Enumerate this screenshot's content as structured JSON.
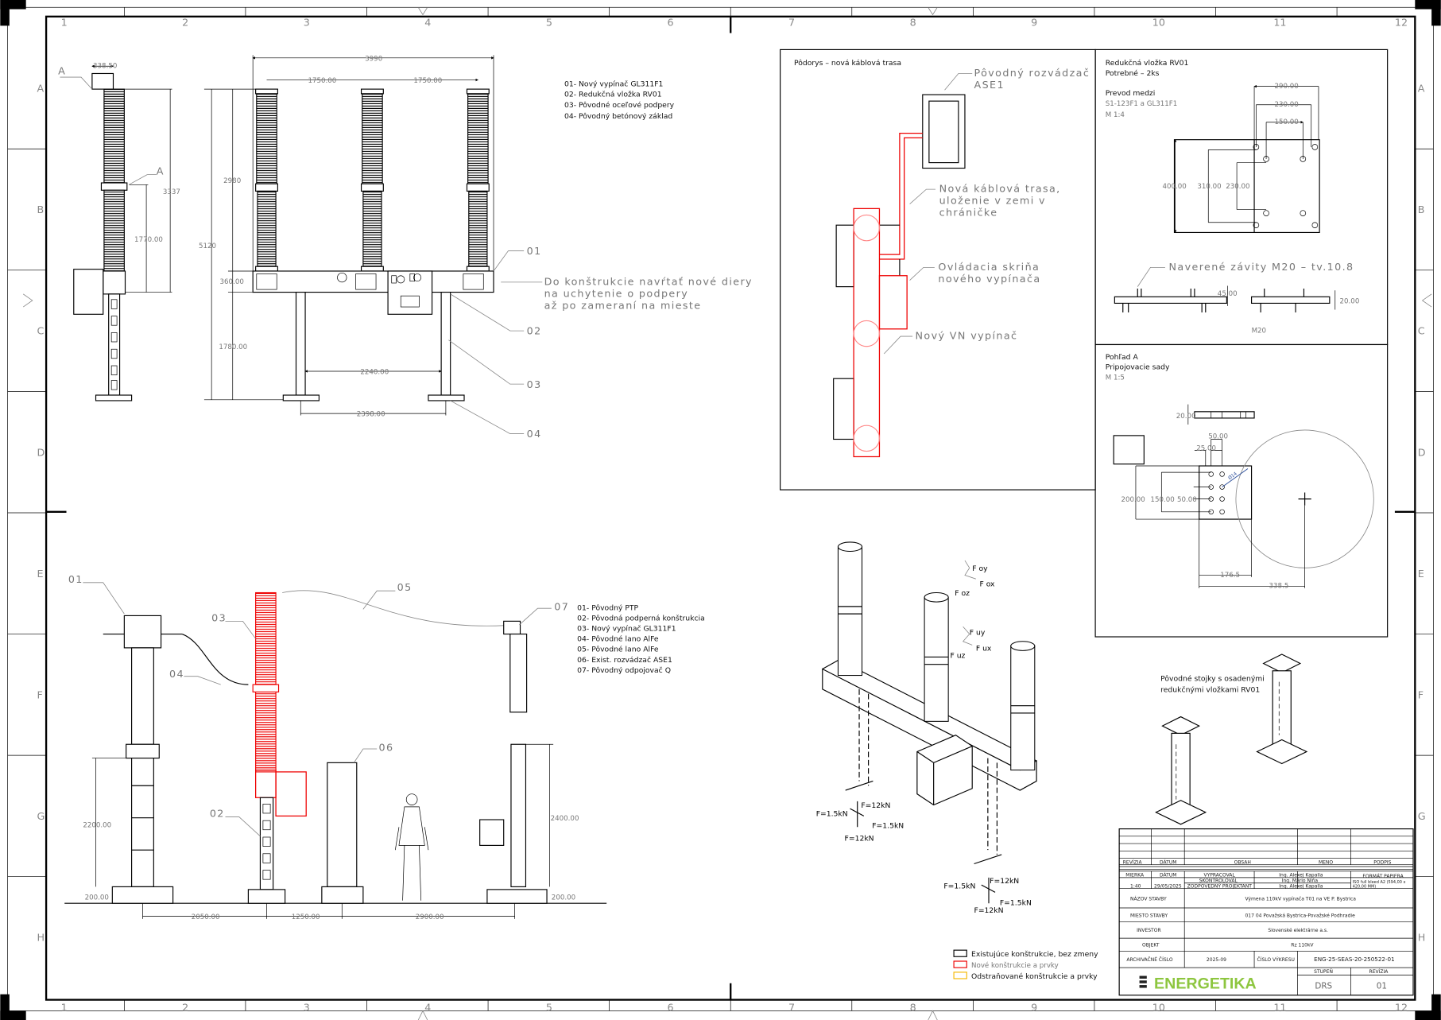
{
  "sheet": {
    "columns": [
      "1",
      "2",
      "3",
      "4",
      "5",
      "6",
      "7",
      "8",
      "9",
      "10",
      "11",
      "12"
    ],
    "rows": [
      "A",
      "B",
      "C",
      "D",
      "E",
      "F",
      "G",
      "H"
    ]
  },
  "side_view": {
    "section_label_top": "A",
    "section_label_mid": "A",
    "dim_top": "338.50",
    "dim_height": "3337",
    "dim_mid": "1770.00"
  },
  "front_view": {
    "dim_overall_width": "3990",
    "dim_pole_spacing_1": "1750.00",
    "dim_pole_spacing_2": "1750.00",
    "dim_total_height": "5120",
    "dim_pole_height": "2980",
    "dim_beam_height": "360.00",
    "dim_leg_height": "1780.00",
    "dim_leg_spacing": "2240.00",
    "dim_base_spacing": "2398.00",
    "callouts": [
      "01",
      "02",
      "03",
      "04"
    ],
    "note_lines": [
      "Do konštrukcie navŕtať nové diery",
      "na uchytenie o podpery",
      "až po zameraní na mieste"
    ],
    "parts_list": [
      "01- Nový vypínač GL311F1",
      "02- Redukčná vložka RV01",
      "03- Pôvodné oceľové podpery",
      "04- Pôvodný betónový základ"
    ]
  },
  "plan_view": {
    "title": "Pôdorys – nová káblová trasa",
    "label_switchgear": [
      "Pôvodný rozvádzač",
      "ASE1"
    ],
    "label_cable": [
      "Nová káblová trasa,",
      "uloženie v zemi v",
      "chráničke"
    ],
    "label_control_box": [
      "Ovládacia skriňa",
      "nového vypínača"
    ],
    "label_breaker": "Nový VN vypínač"
  },
  "adapter_detail": {
    "title_lines": [
      "Redukčná vložka RV01",
      "Potrebné – 2ks"
    ],
    "subtitle_lines": [
      "Prevod medzi",
      "S1-123F1 a GL311F1",
      "M 1:4"
    ],
    "dims": {
      "w290": "290.00",
      "w230": "230.00",
      "w150": "150.00",
      "h400": "400.00",
      "h310": "310.00",
      "h230": "230.00",
      "t45": "45.00",
      "t20": "20.00",
      "thread": "M20"
    },
    "thread_note": "Naverené závity M20 – tv.10.8"
  },
  "view_a": {
    "title_lines": [
      "Pohľad A",
      "Pripojovacie sady",
      "M 1:5"
    ],
    "dims": {
      "t20": "20.00",
      "w50": "50.00",
      "w25": "25.00",
      "h200": "200.00",
      "h150": "150.00",
      "h50": "50.00",
      "d176": "176.5",
      "d338": "338.5",
      "hole": "Ø14"
    }
  },
  "iso_view": {
    "forces_top": [
      "F oy",
      "F ox",
      "F oz"
    ],
    "forces_mid": [
      "F uy",
      "F ux",
      "F uz"
    ],
    "loads_left": [
      "F=12kN",
      "F=1.5kN",
      "F=1.5kN",
      "F=12kN"
    ],
    "loads_right": [
      "F=12kN",
      "F=1.5kN",
      "F=1.5kN",
      "F=12kN"
    ]
  },
  "stands_note": [
    "Pôvodné stojky s osadenými",
    "redukčnými vložkami RV01"
  ],
  "bay_elevation": {
    "callouts": {
      "c01": "01",
      "c02": "02",
      "c03": "03",
      "c04": "04",
      "c05": "05",
      "c06": "06",
      "c07": "07"
    },
    "parts_list": [
      "01- Pôvodný PTP",
      "02- Pôvodná podperná konštrukcia",
      "03- Nový vypínač GL311F1",
      "04- Pôvodné lano AlFe",
      "05- Pôvodné lano AlFe",
      "06- Exist. rozvádzač ASE1",
      "07- Pôvodný odpojovač Q"
    ],
    "dims": {
      "h2200": "2200.00",
      "b200a": "200.00",
      "w2050": "2050.00",
      "w1250": "1250.00",
      "w2900": "2900.00",
      "h2400": "2400.00",
      "b200b": "200.00"
    }
  },
  "legend": {
    "items": [
      {
        "label": "Existujúce konštrukcie, bez zmeny",
        "color": "#000000"
      },
      {
        "label": "Nové konštrukcie a prvky",
        "color": "#e00000"
      },
      {
        "label": "Odstraňované konštrukcie a prvky",
        "color": "#f5b800"
      }
    ]
  },
  "title_block": {
    "revision_headers": [
      "REVÍZIA",
      "DÁTUM",
      "OBSAH",
      "MENO",
      "PODPIS"
    ],
    "scale_label": "MIERKA",
    "scale_value": "1:40",
    "date_label": "DÁTUM",
    "date_value": "29/05/2025",
    "drawn_label": "VYPRACOVAL",
    "drawn_name": "Ing. Alexej Kapalla",
    "checked_label": "SKONTROLOVAL",
    "checked_name": "Ing. Mário Niňa",
    "responsible_label": "ZODPOVEDNÝ PROJEKTANT",
    "responsible_name": "Ing. Alexej Kapalla",
    "paper_label": "FORMÁT PAPIERA",
    "paper_value": [
      "ISO full bleed A2 (594,00 x",
      "420,00 MM)"
    ],
    "building_label": "NÁZOV STAVBY",
    "building_value": "Výmena 110kV vypínača T01 na VE P. Bystrica",
    "location_label": "MIESTO STAVBY",
    "location_value": "017 04 Považská Bystrica-Považské Podhradie",
    "investor_label": "INVESTOR",
    "investor_value": "Slovenské elektrárne a.s.",
    "object_label": "OBJEKT",
    "object_value": "Rz 110kV",
    "archive_label": "ARCHIVAČNÉ ČÍSLO",
    "archive_value": "2025-09",
    "drawing_no_label": "ČÍSLO VÝKRESU",
    "drawing_no_value": "ENG-25-SEAS-20-250522-01",
    "stage_label": "STUPEŇ",
    "stage_value": "DRS",
    "revision_label": "REVÍZIA",
    "revision_value": "01",
    "logo_text": "ENERGETIKA",
    "logo_color": "#8dc63f"
  }
}
